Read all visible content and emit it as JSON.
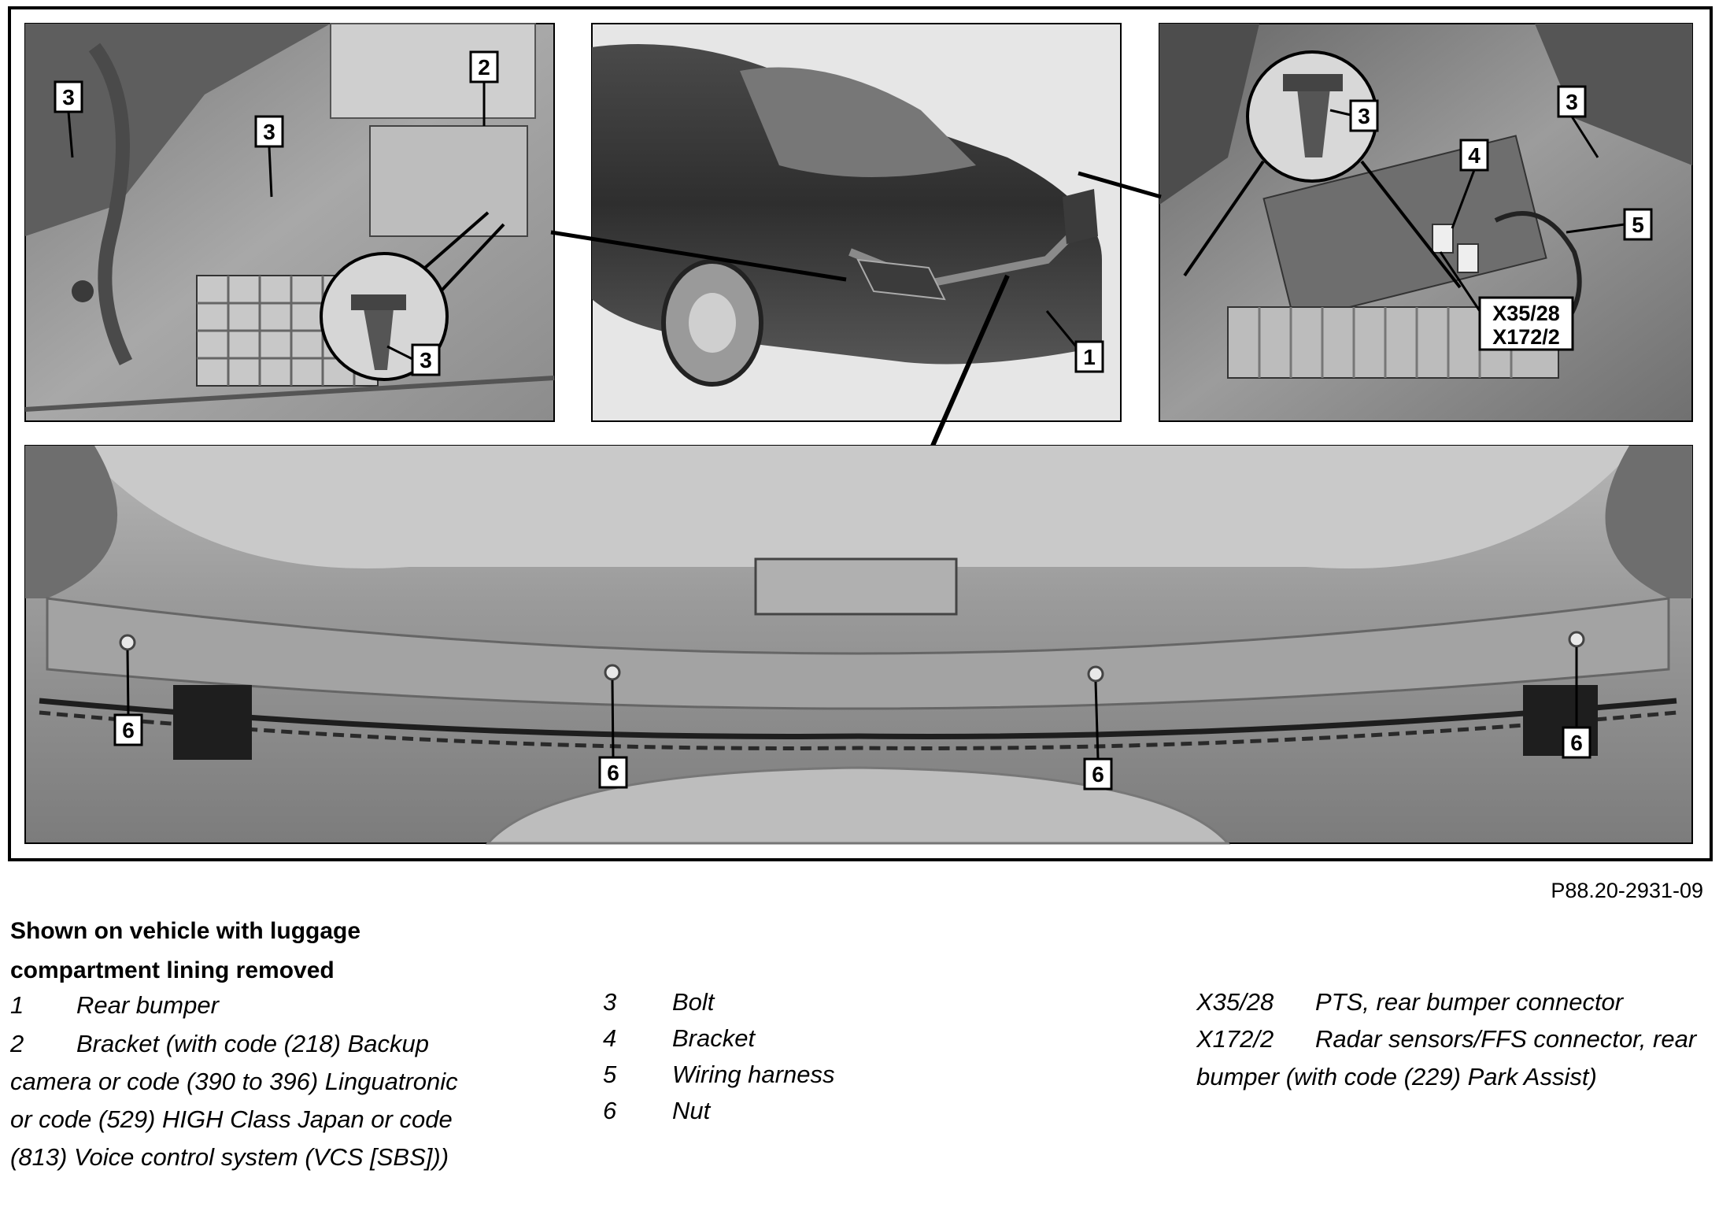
{
  "figure_id": "P88.20-2931-09",
  "callouts": {
    "rear_bumper": "1",
    "bracket_backup": "2",
    "bolt": "3",
    "bracket": "4",
    "wiring_harness": "5",
    "nut": "6",
    "pts_connector": "X35/28",
    "radar_connector": "X172/2"
  },
  "legend": {
    "title": "Shown on vehicle with luggage compartment lining removed",
    "items": [
      {
        "key": "1",
        "text": "Rear bumper"
      },
      {
        "key": "2",
        "text": "Bracket (with code (218) Backup camera or code (390 to 396) Linguatronic or code (529) HIGH Class Japan or code (813) Voice control system (VCS [SBS]))"
      },
      {
        "key": "3",
        "text": "Bolt"
      },
      {
        "key": "4",
        "text": "Bracket"
      },
      {
        "key": "5",
        "text": "Wiring harness"
      },
      {
        "key": "6",
        "text": "Nut"
      },
      {
        "key": "X35/28",
        "text": "PTS, rear bumper connector"
      },
      {
        "key": "X172/2",
        "text": "Radar sensors/FFS connector, rear bumper (with code (229) Park Assist)"
      }
    ]
  }
}
